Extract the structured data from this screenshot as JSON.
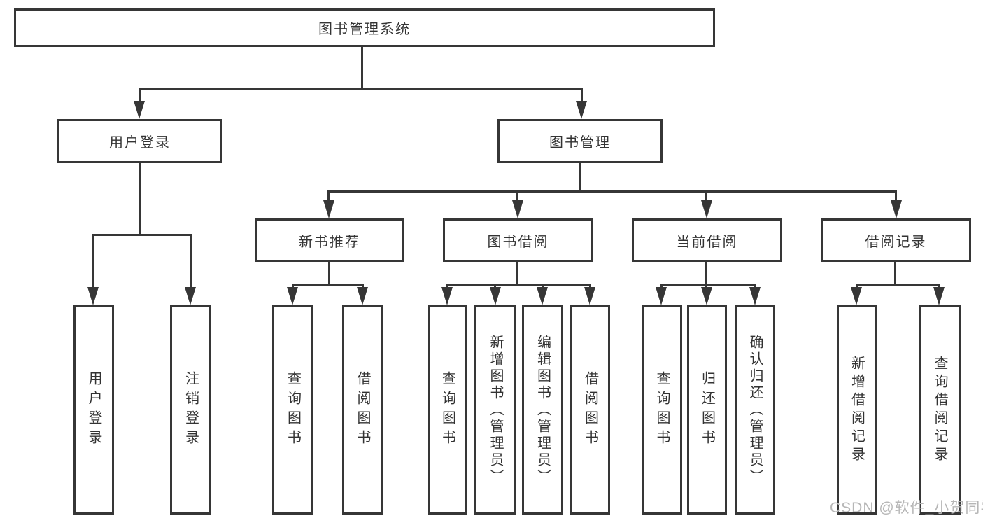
{
  "diagram": {
    "title": "图书管理系统",
    "type": "hierarchy-tree",
    "tree": {
      "label": "图书管理系统",
      "children": [
        {
          "label": "用户登录",
          "children": [
            {
              "label": "用户登录"
            },
            {
              "label": "注销登录"
            }
          ]
        },
        {
          "label": "图书管理",
          "children": [
            {
              "label": "新书推荐",
              "children": [
                {
                  "label": "查询图书"
                },
                {
                  "label": "借阅图书"
                }
              ]
            },
            {
              "label": "图书借阅",
              "children": [
                {
                  "label": "查询图书"
                },
                {
                  "label": "新增图书（管理员）"
                },
                {
                  "label": "编辑图书（管理员）"
                },
                {
                  "label": "借阅图书"
                }
              ]
            },
            {
              "label": "当前借阅",
              "children": [
                {
                  "label": "查询图书"
                },
                {
                  "label": "归还图书"
                },
                {
                  "label": "确认归还（管理员）"
                }
              ]
            },
            {
              "label": "借阅记录",
              "children": [
                {
                  "label": "新增借阅记录"
                },
                {
                  "label": "查询借阅记录"
                }
              ]
            }
          ]
        }
      ]
    }
  },
  "watermark": {
    "text": "CSDN @软件_小贺同学",
    "color": "#b6b6b6"
  },
  "colors": {
    "line": "#363636",
    "text": "#333333",
    "background": "#ffffff"
  }
}
